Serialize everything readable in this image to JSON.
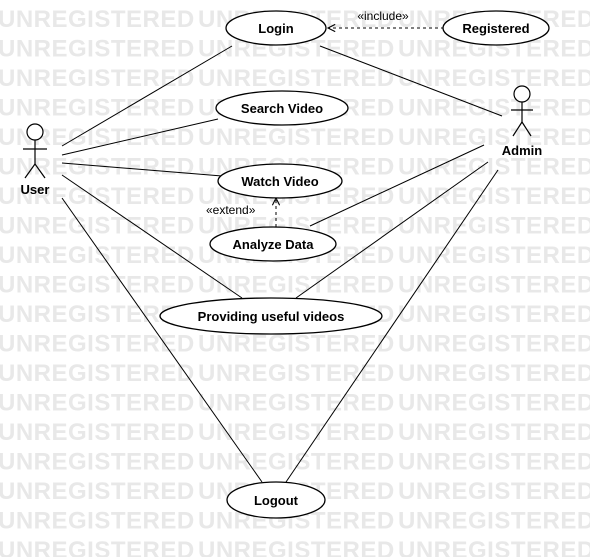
{
  "watermark": {
    "text": "UNREGISTERED"
  },
  "actors": {
    "user": "User",
    "admin": "Admin"
  },
  "use_cases": {
    "login": "Login",
    "registered": "Registered",
    "search_video": "Search Video",
    "watch_video": "Watch Video",
    "analyze_data": "Analyze Data",
    "providing_useful_videos": "Providing useful videos",
    "logout": "Logout"
  },
  "relations": {
    "include_label": "«include»",
    "extend_label": "«extend»"
  }
}
